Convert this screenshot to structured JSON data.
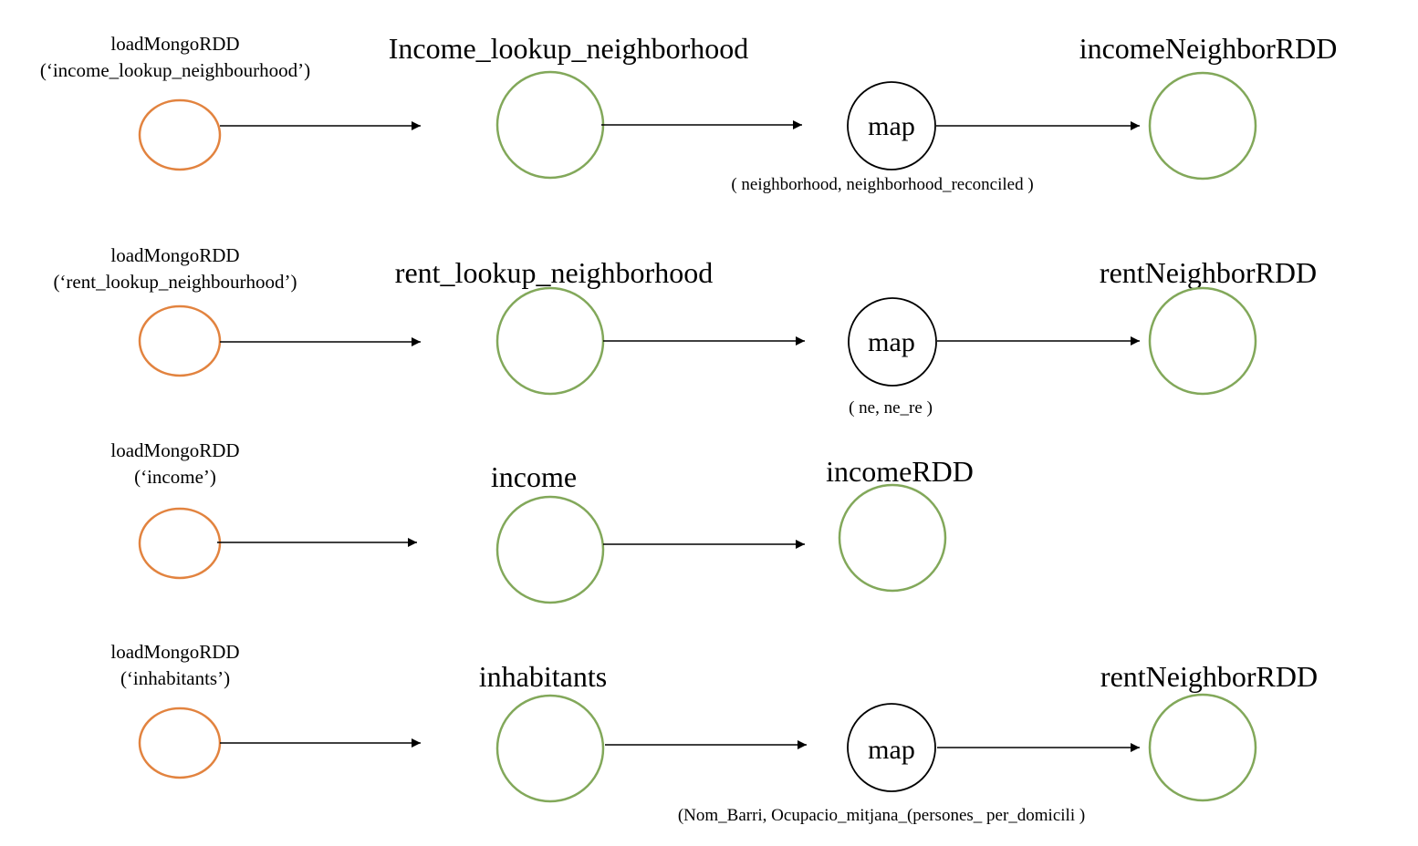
{
  "colors": {
    "source_node": "#E2833F",
    "rdd_node": "#82A85A",
    "map_node": "#000000",
    "edge": "#000000"
  },
  "rows": [
    {
      "source_label_line1": "loadMongoRDD",
      "source_label_line2": "(‘income_lookup_neighbourhood’)",
      "rdd_title": "Income_lookup_neighborhood",
      "map_label": "map",
      "map_note": "( neighborhood, neighborhood_reconciled )",
      "output_title": "incomeNeighborRDD"
    },
    {
      "source_label_line1": "loadMongoRDD",
      "source_label_line2": "(‘rent_lookup_neighbourhood’)",
      "rdd_title": "rent_lookup_neighborhood",
      "map_label": "map",
      "map_note": "( ne, ne_re )",
      "output_title": "rentNeighborRDD"
    },
    {
      "source_label_line1": "loadMongoRDD",
      "source_label_line2": "(‘income’)",
      "rdd_title": "income",
      "output_title": "incomeRDD"
    },
    {
      "source_label_line1": "loadMongoRDD",
      "source_label_line2": "(‘inhabitants’)",
      "rdd_title": "inhabitants",
      "map_label": "map",
      "map_note": "(Nom_Barri, Ocupacio_mitjana_(persones_ per_domicili )",
      "output_title": "rentNeighborRDD"
    }
  ]
}
